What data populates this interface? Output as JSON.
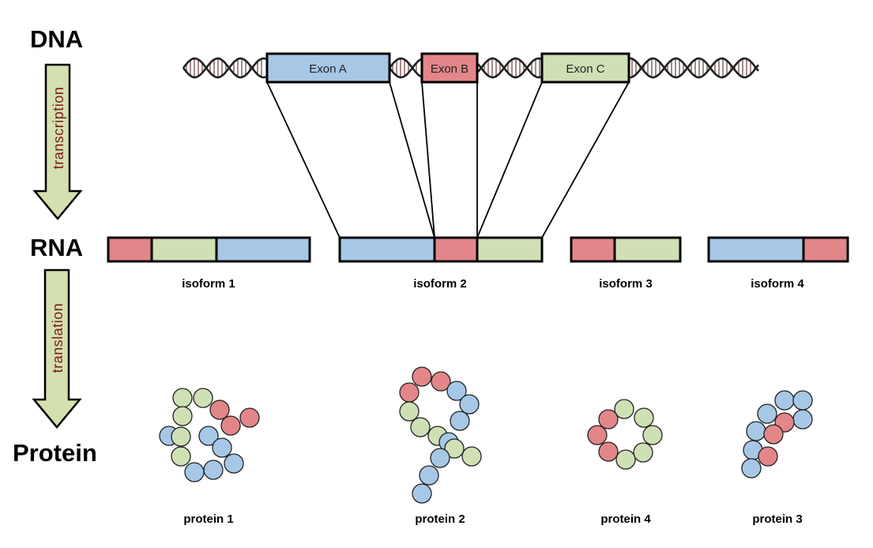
{
  "colors": {
    "exon_a": "#a7c7e7",
    "exon_b": "#e3868a",
    "exon_c": "#cfe0b5",
    "arrow_fill": "#d4e0ae",
    "arrow_text": "#7a1b1b",
    "helix": "#7d5a5a"
  },
  "levels": {
    "dna": "DNA",
    "rna": "RNA",
    "protein": "Protein"
  },
  "arrows": {
    "transcription": "transcription",
    "translation": "translation"
  },
  "dna": {
    "exons": [
      {
        "label": "Exon A",
        "color_key": "exon_a"
      },
      {
        "label": "Exon B",
        "color_key": "exon_b"
      },
      {
        "label": "Exon C",
        "color_key": "exon_c"
      }
    ]
  },
  "isoforms": [
    {
      "label": "isoform 1",
      "exon_order": [
        "B",
        "C",
        "A"
      ]
    },
    {
      "label": "isoform 2",
      "exon_order": [
        "A",
        "B",
        "C"
      ]
    },
    {
      "label": "isoform 3",
      "exon_order": [
        "B",
        "C"
      ]
    },
    {
      "label": "isoform 4",
      "exon_order": [
        "A",
        "B"
      ]
    }
  ],
  "proteins": [
    {
      "label": "protein 1"
    },
    {
      "label": "protein 2"
    },
    {
      "label": "protein 4"
    },
    {
      "label": "protein 3"
    }
  ]
}
